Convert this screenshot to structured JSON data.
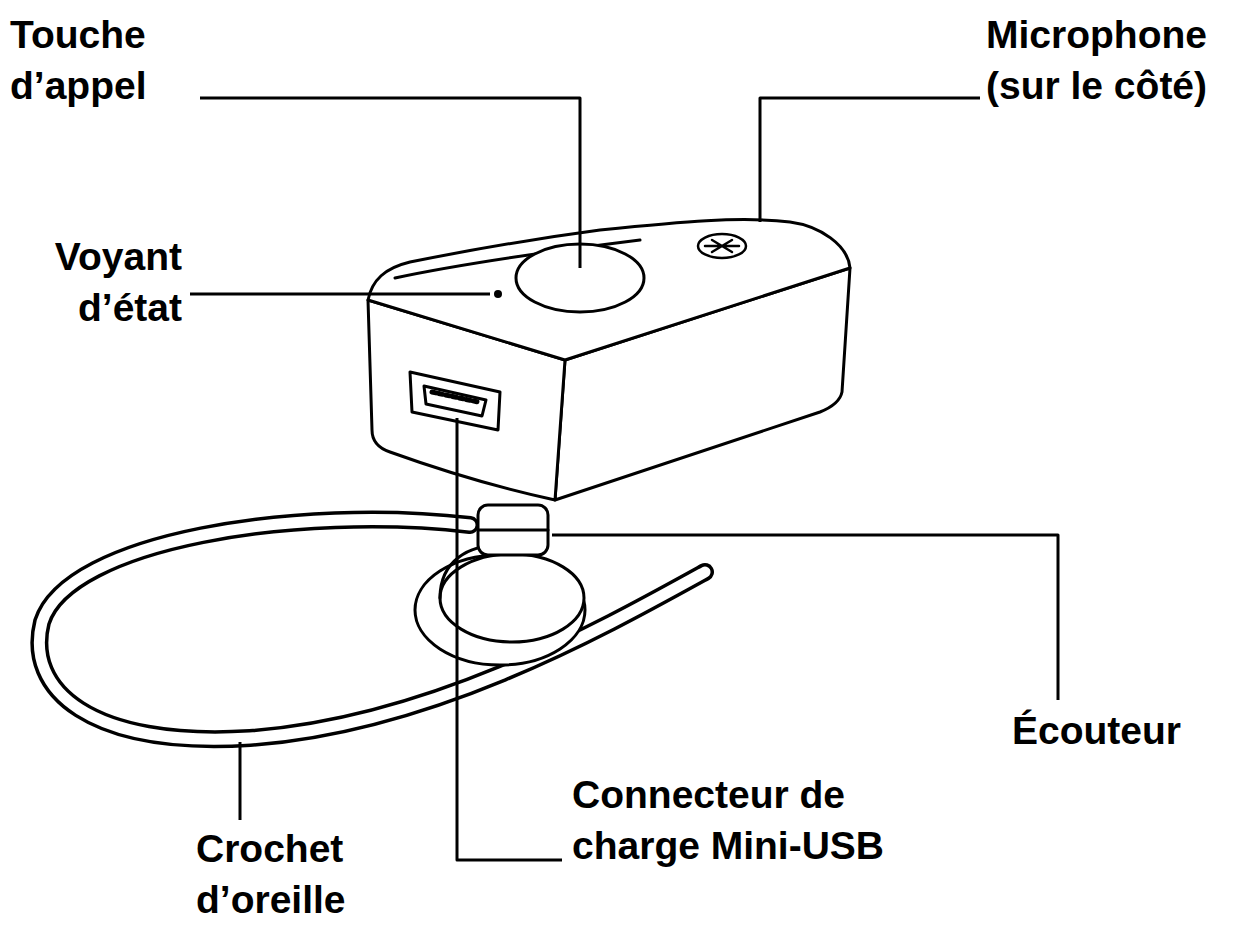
{
  "diagram": {
    "labels": [
      "Touche d’appel",
      "Microphone (sur le côté)",
      "Voyant d’état",
      "Écouteur",
      "Connecteur de charge Mini-USB",
      "Crochet d’oreille"
    ]
  }
}
